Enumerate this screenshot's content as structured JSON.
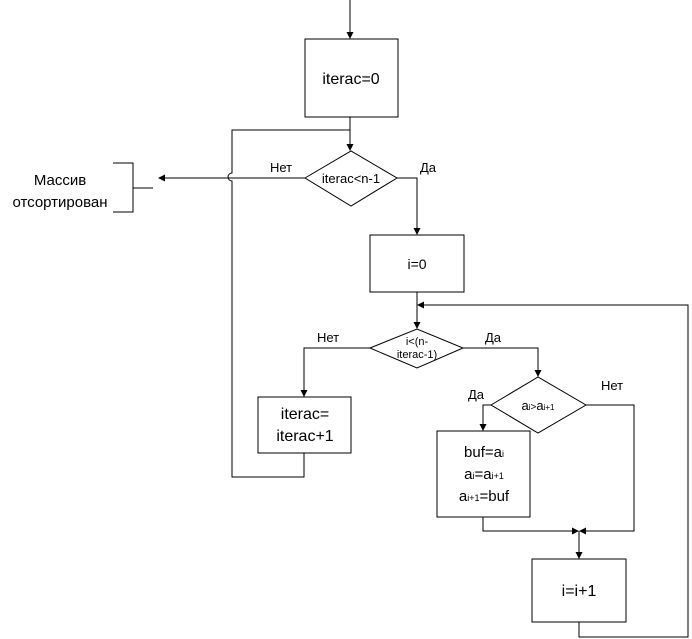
{
  "nodes": {
    "init_iterac": {
      "text": "iterac=0"
    },
    "cond_outer": {
      "text": "iterac<n-1",
      "yes": "Да",
      "no": "Нет"
    },
    "init_i": {
      "text": "i=0"
    },
    "cond_inner": {
      "line1": "i<(n-",
      "line2": "iterac-1)",
      "yes": "Да",
      "no": "Нет"
    },
    "inc_iterac": {
      "line1": "iterac=",
      "line2": "iterac+1"
    },
    "cond_compare": {
      "a": "a",
      "i": "i",
      "gt": ">",
      "a2": "a",
      "i1": "i+1",
      "yes": "Да",
      "no": "Нет"
    },
    "swap": {
      "l1_lhs": "buf=a",
      "l1_sub": "i",
      "l2_a": "a",
      "l2_sub": "i",
      "l2_eq": "=a",
      "l2_sub2": "i+1",
      "l3_a": "a",
      "l3_sub": "i+1",
      "l3_rhs": "=buf"
    },
    "inc_i": {
      "text": "i=i+1"
    }
  },
  "terminal": {
    "line1": "Массив",
    "line2": "отсортирован"
  }
}
